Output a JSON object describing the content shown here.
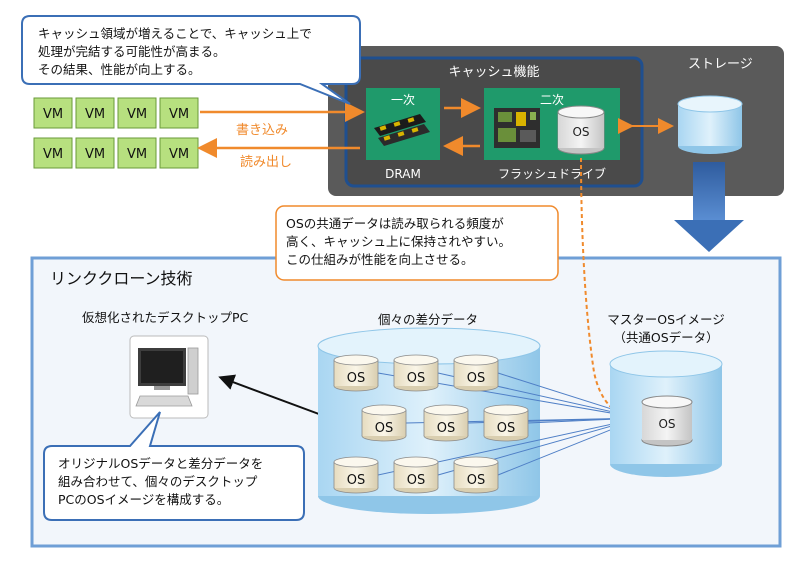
{
  "callout_top": {
    "lines": [
      "キャッシュ領域が増えることで、キャッシュ上で",
      "処理が完結する可能性が高まる。",
      "その結果、性能が向上する。"
    ]
  },
  "storage": {
    "title": "ストレージ",
    "cache_title": "キャッシュ機能",
    "primary_label": "一次",
    "primary_device": "DRAM",
    "secondary_label": "二次",
    "secondary_device": "フラッシュドライブ",
    "os_label": "OS"
  },
  "vm": {
    "label": "VM",
    "rows": 2,
    "cols": 4
  },
  "arrows": {
    "write": "書き込み",
    "read": "読み出し"
  },
  "callout_mid": {
    "lines": [
      "OSの共通データは読み取られる頻度が",
      "高く、キャッシュ上に保持されやすい。",
      "この仕組みが性能を向上させる。"
    ]
  },
  "linked_clone": {
    "title": "リンククローン技術",
    "desktop_label": "仮想化されたデスクトップPC",
    "diff_label": "個々の差分データ",
    "master_label_1": "マスターOSイメージ",
    "master_label_2": "（共通OSデータ）",
    "os_label": "OS",
    "bottom_callout": [
      "オリジナルOSデータと差分データを",
      "組み合わせて、個々のデスクトップ",
      "PCのOSイメージを構成する。"
    ]
  },
  "colors": {
    "storage_bg": "#5a5a5a",
    "cache_border": "#1f4f8f",
    "chip_green": "#1f9a6b",
    "vm_fill": "#b7e07f",
    "orange": "#f08a2c",
    "blue_arrow": "#3b6fb6",
    "panel_border": "#6f9fd6",
    "panel_bg": "#f2f6fb"
  }
}
